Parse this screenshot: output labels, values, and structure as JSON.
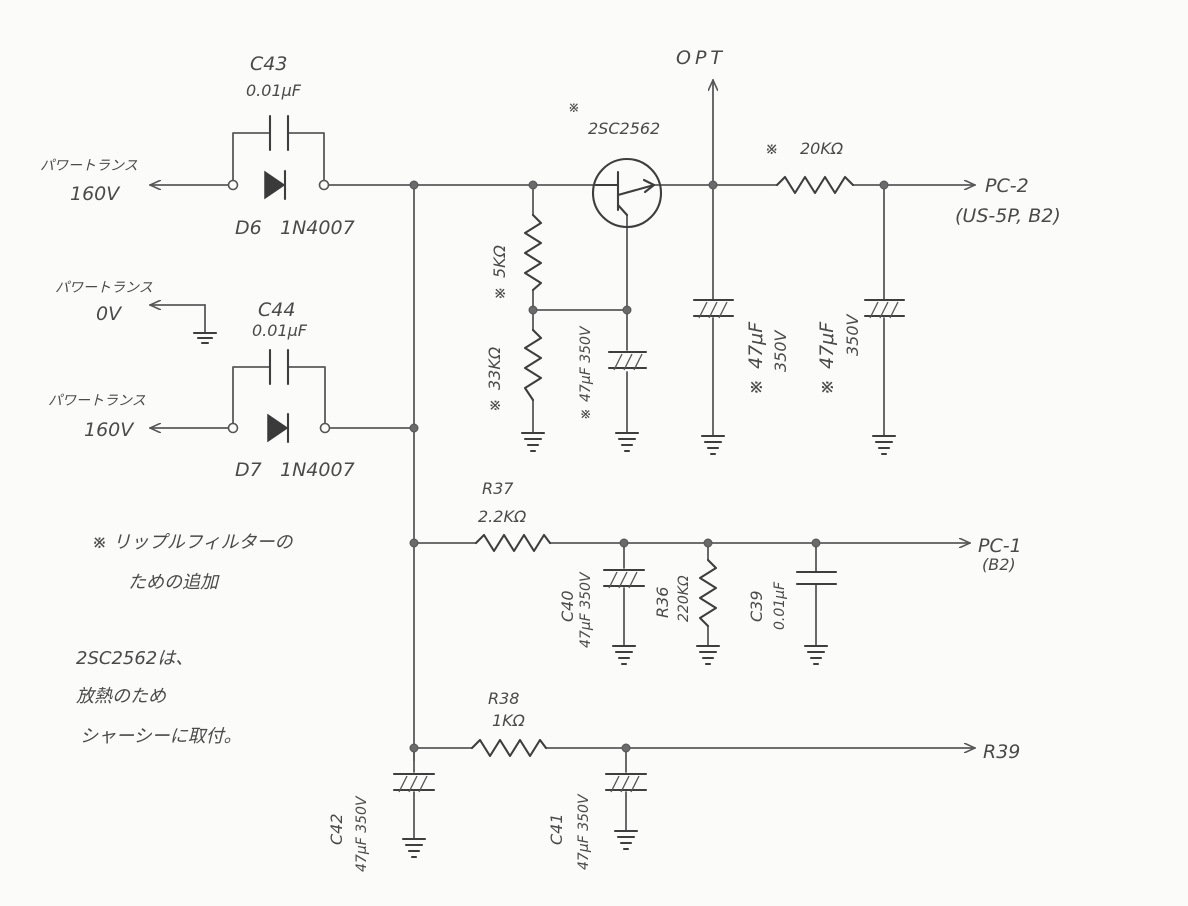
{
  "components": {
    "c43": {
      "ref": "C43",
      "value": "0.01μF"
    },
    "c44": {
      "ref": "C44",
      "value": "0.01μF"
    },
    "d6": {
      "ref": "D6",
      "part": "1N4007"
    },
    "d7": {
      "ref": "D7",
      "part": "1N4007"
    },
    "q": {
      "mark": "※",
      "part": "2SC2562"
    },
    "r_top": {
      "mark": "※",
      "value": "5KΩ"
    },
    "r_bottom": {
      "mark": "※",
      "value": "33KΩ"
    },
    "c_base": {
      "mark": "※",
      "value": "47μF 350V"
    },
    "c_opt": {
      "mark": "※",
      "value": "47μF",
      "voltage": "350V"
    },
    "r_20k": {
      "mark": "※",
      "value": "20KΩ"
    },
    "c_pc2": {
      "mark": "※",
      "value": "47μF",
      "voltage": "350V"
    },
    "r37": {
      "ref": "R37",
      "value": "2.2KΩ"
    },
    "c40": {
      "ref": "C40",
      "value": "47μF 350V"
    },
    "r36": {
      "ref": "R36",
      "value": "220KΩ"
    },
    "c39": {
      "ref": "C39",
      "value": "0.01μF"
    },
    "r38": {
      "ref": "R38",
      "value": "1KΩ"
    },
    "c42": {
      "ref": "C42",
      "value": "47μF 350V"
    },
    "c41": {
      "ref": "C41",
      "value": "47μF 350V"
    }
  },
  "terminals": {
    "in1": {
      "name": "パワートランス",
      "value": "160V"
    },
    "zero": {
      "name": "パワートランス",
      "value": "0V"
    },
    "in2": {
      "name": "パワートランス",
      "value": "160V"
    },
    "opt": "OPT",
    "pc2": {
      "label": "PC-2",
      "sub": "(US-5P, B2)"
    },
    "pc1": {
      "label": "PC-1",
      "sub": "(B2)"
    },
    "r39": "R39"
  },
  "notes": {
    "note1_line1": "※ リップルフィルターの",
    "note1_line2": "ための追加",
    "note2_line1": "2SC2562は、",
    "note2_line2": "放熱のため",
    "note2_line3": "シャーシーに取付。"
  }
}
